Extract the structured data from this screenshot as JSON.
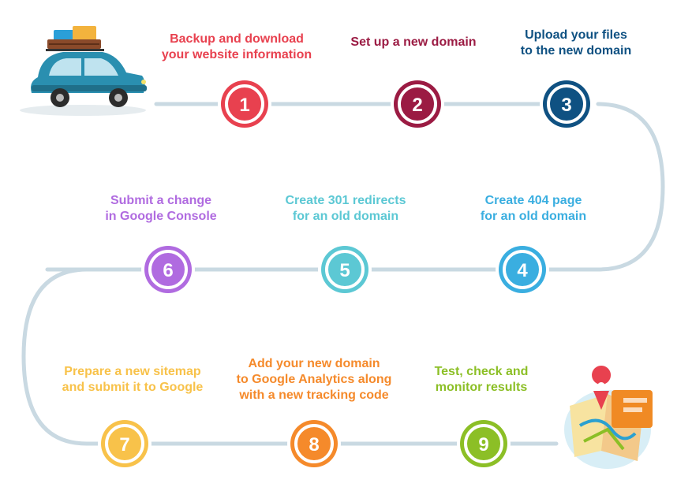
{
  "colors": {
    "road": "#c9d9e2",
    "step1": "#e8414f",
    "step2": "#9b1b43",
    "step3": "#0f5182",
    "step4": "#3aaee0",
    "step5": "#5cc8d4",
    "step6": "#b06be0",
    "step7": "#f8c24a",
    "step8": "#f58a2b",
    "step9": "#8cbf26"
  },
  "illustrations": [
    "car-with-luggage-icon",
    "map-with-pin-icon"
  ],
  "steps": [
    {
      "number": "1",
      "lines": [
        "Backup and download",
        "your website information"
      ]
    },
    {
      "number": "2",
      "lines": [
        "Set up a new domain"
      ]
    },
    {
      "number": "3",
      "lines": [
        "Upload your files",
        "to the new domain"
      ]
    },
    {
      "number": "4",
      "lines": [
        "Create 404 page",
        "for an old domain"
      ]
    },
    {
      "number": "5",
      "lines": [
        "Create 301 redirects",
        "for an old domain"
      ]
    },
    {
      "number": "6",
      "lines": [
        "Submit a change",
        "in Google Console"
      ]
    },
    {
      "number": "7",
      "lines": [
        "Prepare a new sitemap",
        "and submit it to Google"
      ]
    },
    {
      "number": "8",
      "lines": [
        "Add your new domain",
        "to Google Analytics along",
        "with a new tracking code"
      ]
    },
    {
      "number": "9",
      "lines": [
        "Test, check and",
        "monitor results"
      ]
    }
  ]
}
